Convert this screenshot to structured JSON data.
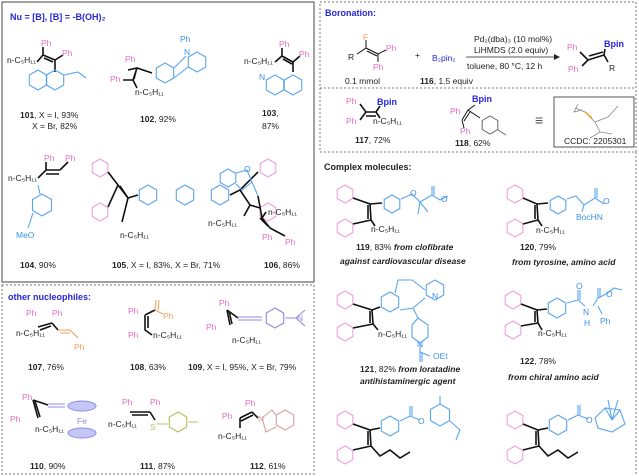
{
  "panels": {
    "boronic_title": "Nu = [B], [B] = -B(OH)₂",
    "other_title": "other nucleophiles:",
    "boronation_title": "Boronation:",
    "complex_title": "Complex molecules:"
  },
  "labels": {
    "Ph": "Ph",
    "pentyl": "n-C₅H₁₁",
    "N": "N",
    "O": "O",
    "S": "S",
    "Fe": "Fe",
    "MeO": "MeO",
    "F": "F",
    "R": "R",
    "Bpin": "Bpin",
    "BocHN": "BocHN",
    "OEt": "OEt",
    "H": "H",
    "plus": "+",
    "equiv_symbol": "≡"
  },
  "compounds": {
    "c101": {
      "num": "101",
      "text": ", X = I, 93%",
      "text2": "X = Br, 82%"
    },
    "c102": {
      "num": "102",
      "text": ", 92%"
    },
    "c103": {
      "num": "103",
      "text": ",",
      "text2": "87%"
    },
    "c104": {
      "num": "104",
      "text": ", 90%"
    },
    "c105": {
      "num": "105",
      "text": ", X = I, 83%, X = Br, 71%"
    },
    "c106": {
      "num": "106",
      "text": ", 86%"
    },
    "c107": {
      "num": "107",
      "text": ", 76%"
    },
    "c108": {
      "num": "108",
      "text": ", 63%"
    },
    "c109": {
      "num": "109",
      "text": ", X = I, 95%,  X = Br, 79%"
    },
    "c110": {
      "num": "110",
      "text": ", 90%"
    },
    "c111": {
      "num": "111",
      "text": ", 87%"
    },
    "c112": {
      "num": "112",
      "text": ", 61%"
    },
    "c117": {
      "num": "117",
      "text": ", 72%"
    },
    "c118": {
      "num": "118",
      "text": ", 62%"
    },
    "c119": {
      "num": "119",
      "text": ", 83% ",
      "note": "from clofibrate",
      "note2": "against cardiovascular disease"
    },
    "c120": {
      "num": "120",
      "text": ", 79%",
      "note": "from tyrosine, amino acid"
    },
    "c121": {
      "num": "121",
      "text": ", 82% ",
      "note": "from loratadine",
      "note2": "antihistaminergic agent"
    },
    "c122": {
      "num": "122",
      "text": ", 78%",
      "note": "from chiral amino acid"
    }
  },
  "scheme": {
    "substrate_amount": "0.1 mmol",
    "reagent": "B₂pin₂",
    "reagent_num": "116",
    "reagent_amount": ", 1.5 equiv",
    "catalyst": "Pd₂(dba)₃ (10 mol%)",
    "base": "LiHMDS (2.0 equiv)",
    "conditions": "toluene, 80 °C, 12 h",
    "ccdc": "CCDC: 2205301"
  }
}
